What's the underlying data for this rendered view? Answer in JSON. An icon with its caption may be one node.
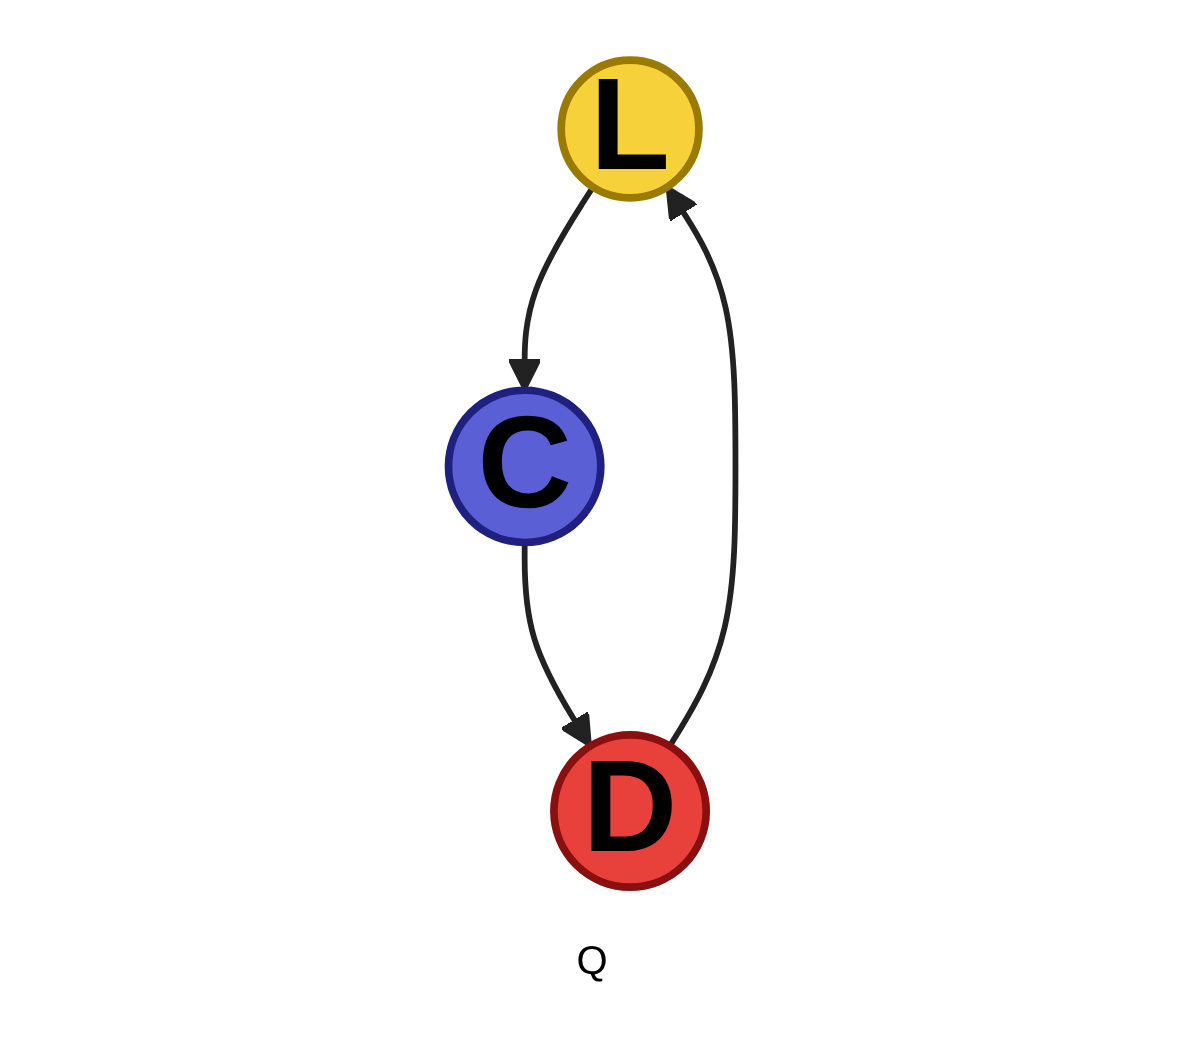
{
  "diagram": {
    "nodes": [
      {
        "text": [
          "L"
        ]
      },
      {
        "text": [
          "D"
        ]
      },
      {
        "text": [
          "C"
        ]
      }
    ],
    "edges": [
      {
        "from": 0,
        "to": 2,
        "arrow": "to"
      },
      {
        "from": 2,
        "to": 1,
        "arrow": "to"
      },
      {
        "from": 1,
        "to": 0,
        "arrow": "to"
      }
    ],
    "labels": [
      "Q"
    ]
  }
}
